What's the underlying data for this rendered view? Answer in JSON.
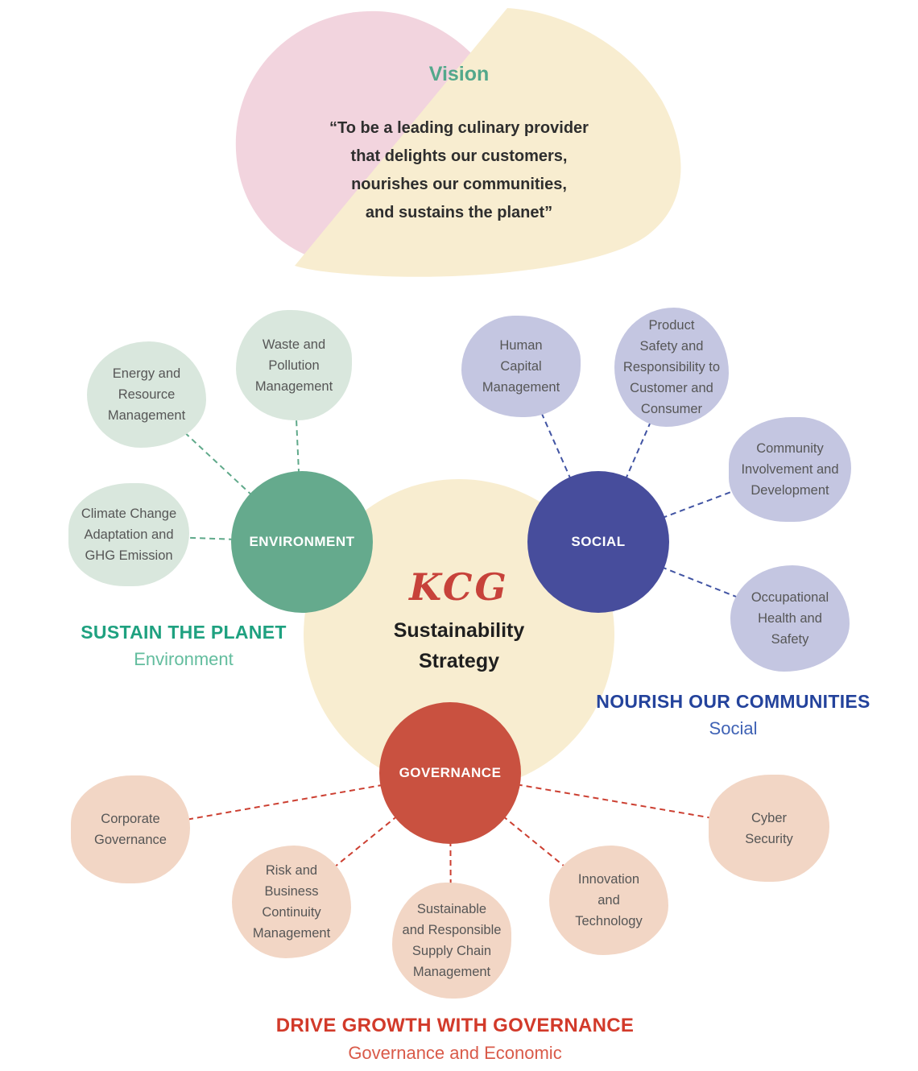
{
  "vision": {
    "title": "Vision",
    "quote": "“To be a leading culinary provider\nthat delights our customers,\nnourishes our communities,\nand sustains the planet”"
  },
  "center": {
    "logo": "KCG",
    "line1": "Sustainability",
    "line2": "Strategy"
  },
  "environment": {
    "label": "ENVIRONMENT",
    "caption_title": "SUSTAIN THE PLANET",
    "caption_sub": "Environment",
    "satellites": [
      "Energy and\nResource\nManagement",
      "Waste and\nPollution\nManagement",
      "Climate Change\nAdaptation and\nGHG Emission"
    ]
  },
  "social": {
    "label": "SOCIAL",
    "caption_title": "NOURISH OUR COMMUNITIES",
    "caption_sub": "Social",
    "satellites": [
      "Human\nCapital\nManagement",
      "Product\nSafety and\nResponsibility to\nCustomer and\nConsumer",
      "Community\nInvolvement and\nDevelopment",
      "Occupational\nHealth and\nSafety"
    ]
  },
  "governance": {
    "label": "GOVERNANCE",
    "caption_title": "DRIVE GROWTH WITH GOVERNANCE",
    "caption_sub": "Governance and Economic",
    "satellites": [
      "Corporate\nGovernance",
      "Risk and\nBusiness\nContinuity\nManagement",
      "Sustainable\nand Responsible\nSupply Chain\nManagement",
      "Innovation\nand\nTechnology",
      "Cyber\nSecurity"
    ]
  },
  "colors": {
    "environment": "#65aa8d",
    "environment_light": "#d9e7dd",
    "environment_caption": "#1fa180",
    "social": "#474d9c",
    "social_light": "#c4c6e1",
    "social_caption": "#24439c",
    "governance": "#c95140",
    "governance_light": "#f2d6c5",
    "governance_caption": "#d23a2a",
    "vision_pink": "#f2d4de",
    "cream": "#f8edd0",
    "logo_red": "#c7423a",
    "vision_title_green": "#53a88b"
  }
}
